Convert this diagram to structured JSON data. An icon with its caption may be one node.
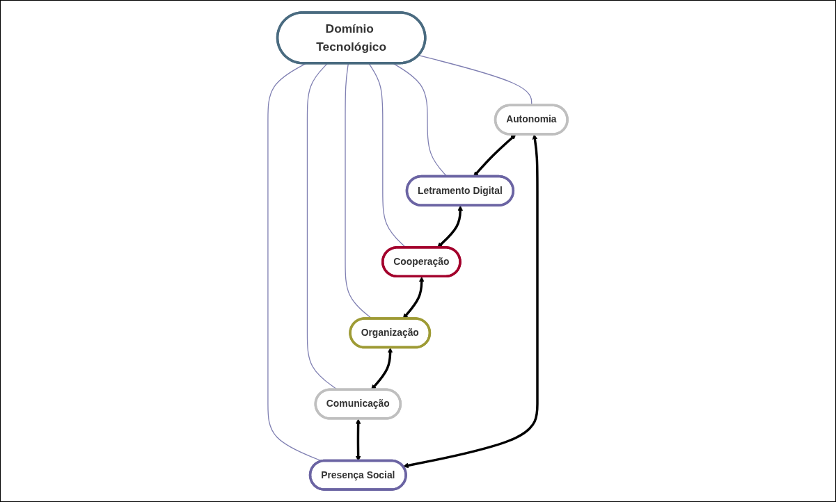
{
  "diagram": {
    "nodes": [
      {
        "text": [
          "Domínio Tecnológico"
        ]
      },
      {
        "text": [
          "Autonomia"
        ]
      },
      {
        "text": [
          "Letramento Digital"
        ]
      },
      {
        "text": [
          "Cooperação"
        ]
      },
      {
        "text": [
          "Organização"
        ]
      },
      {
        "text": [
          "Comunicação"
        ]
      },
      {
        "text": [
          "Presença Social"
        ]
      }
    ],
    "edges": [
      {
        "from": 0,
        "to": 1,
        "arrow": "none",
        "color": "#7f7fb2"
      },
      {
        "from": 0,
        "to": 2,
        "arrow": "none",
        "color": "#7f7fb2"
      },
      {
        "from": 0,
        "to": 3,
        "arrow": "none",
        "color": "#7f7fb2"
      },
      {
        "from": 0,
        "to": 4,
        "arrow": "none",
        "color": "#7f7fb2"
      },
      {
        "from": 0,
        "to": 5,
        "arrow": "none",
        "color": "#7f7fb2"
      },
      {
        "from": 0,
        "to": 6,
        "arrow": "none",
        "color": "#7f7fb2"
      },
      {
        "from": 6,
        "to": 1,
        "arrow": "both",
        "style": "thick",
        "color": "#000000"
      },
      {
        "from": 1,
        "to": 2,
        "arrow": "both",
        "style": "thick",
        "color": "#000000"
      },
      {
        "from": 2,
        "to": 3,
        "arrow": "both",
        "style": "thick",
        "color": "#000000"
      },
      {
        "from": 3,
        "to": 4,
        "arrow": "both",
        "style": "thick",
        "color": "#000000"
      },
      {
        "from": 4,
        "to": 5,
        "arrow": "both",
        "style": "thick",
        "color": "#000000"
      },
      {
        "from": 5,
        "to": 6,
        "arrow": "both",
        "style": "thick",
        "color": "#000000"
      }
    ]
  }
}
